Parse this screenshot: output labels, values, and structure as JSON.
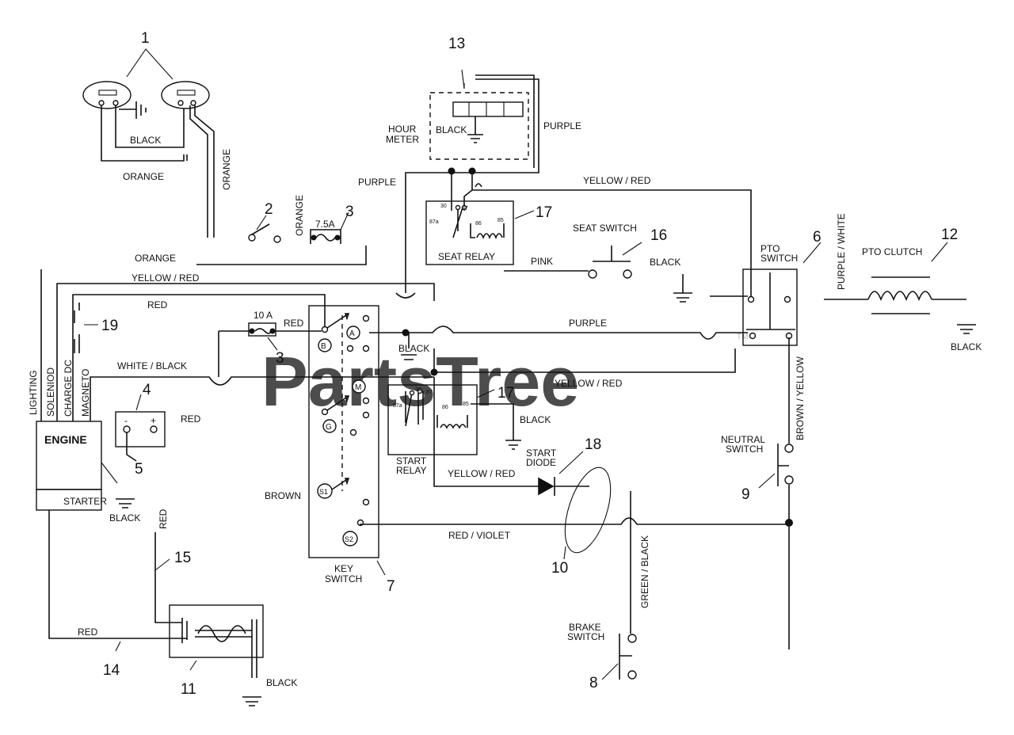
{
  "watermark": "PartsTree",
  "trademark": "TM",
  "callouts": {
    "n1": "1",
    "n2": "2",
    "n3a": "3",
    "n3b": "3",
    "n4": "4",
    "n5": "5",
    "n6": "6",
    "n7": "7",
    "n8": "8",
    "n9": "9",
    "n10": "10",
    "n11": "11",
    "n12": "12",
    "n13": "13",
    "n14": "14",
    "n15": "15",
    "n16": "16",
    "n17a": "17",
    "n17b": "17",
    "n18": "18",
    "n19": "19"
  },
  "wire_labels": {
    "black_lights": "BLACK",
    "orange_lights": "ORANGE",
    "orange_vertical": "ORANGE",
    "orange_fuse": "ORANGE",
    "orange_lower": "ORANGE",
    "purple_meter": "PURPLE",
    "purple_left": "PURPLE",
    "yellow_red_top": "YELLOW / RED",
    "pink": "PINK",
    "black_seat": "BLACK",
    "purple_white": "PURPLE / WHITE",
    "yellow_red_left": "YELLOW / RED",
    "red_19": "RED",
    "red_fuse": "RED",
    "purple_main": "PURPLE",
    "black_center": "BLACK",
    "white_black": "WHITE / BLACK",
    "yellow_red_mid": "YELLOW / RED",
    "red_battery": "RED",
    "black_relay": "BLACK",
    "brown_yellow": "BROWN / YELLOW",
    "yellow_red_diode": "YELLOW / RED",
    "brown": "BROWN",
    "black_engine": "BLACK",
    "red_15": "RED",
    "red_violet": "RED / VIOLET",
    "green_black": "GREEN / BLACK",
    "red_14": "RED",
    "black_11": "BLACK",
    "black_pto": "BLACK"
  },
  "component_labels": {
    "hour": "HOUR",
    "meter": "METER",
    "black_meter": "BLACK",
    "seat_relay": "SEAT RELAY",
    "seat_switch": "SEAT SWITCH",
    "pto": "PTO",
    "switch": "SWITCH",
    "pto_clutch": "PTO  CLUTCH",
    "fuse_7_5": "7.5A",
    "fuse_10": "10 A",
    "engine": "ENGINE",
    "starter": "STARTER",
    "lighting": "LIGHTING",
    "solenoid": "SOLENIOD",
    "charge_dc": "CHARGE DC",
    "magneto": "MAGNETO",
    "start": "START",
    "relay": "RELAY",
    "start_top": "START",
    "diode": "DIODE",
    "neutral": "NEUTRAL",
    "neutral_switch": "SWITCH",
    "key": "KEY",
    "key_switch": "SWITCH",
    "brake": "BRAKE",
    "brake_switch": "SWITCH",
    "batt_minus": "-",
    "batt_plus": "+"
  },
  "key_terminals": {
    "a": "A",
    "b": "B",
    "m": "M",
    "g": "G",
    "s1": "S1",
    "s2": "S2"
  },
  "relay_pins": {
    "p30": "30",
    "p87": "87",
    "p87a": "87a",
    "p85": "85",
    "p86": "86"
  }
}
